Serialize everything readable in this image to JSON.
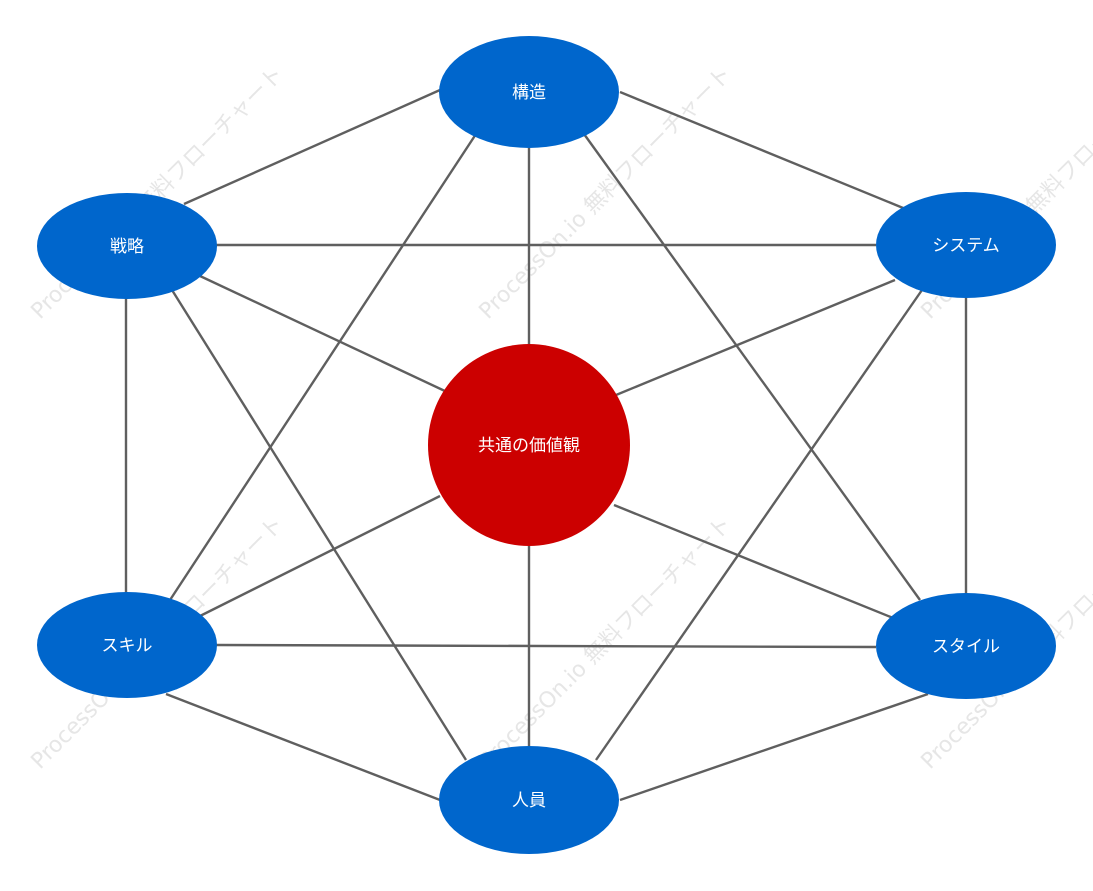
{
  "colors": {
    "outer_node": "#0066CC",
    "center_node": "#CC0000",
    "edge": "#5f5f5f",
    "label": "#ffffff",
    "watermark": "#e6e6e6"
  },
  "watermark": {
    "text": "ProcessOn.io 無料フローチャート"
  },
  "nodes": {
    "center": {
      "label": "共通の価値観"
    },
    "structure": {
      "label": "構造"
    },
    "strategy": {
      "label": "戦略"
    },
    "system": {
      "label": "システム"
    },
    "skill": {
      "label": "スキル"
    },
    "style": {
      "label": "スタイル"
    },
    "staff": {
      "label": "人員"
    }
  }
}
